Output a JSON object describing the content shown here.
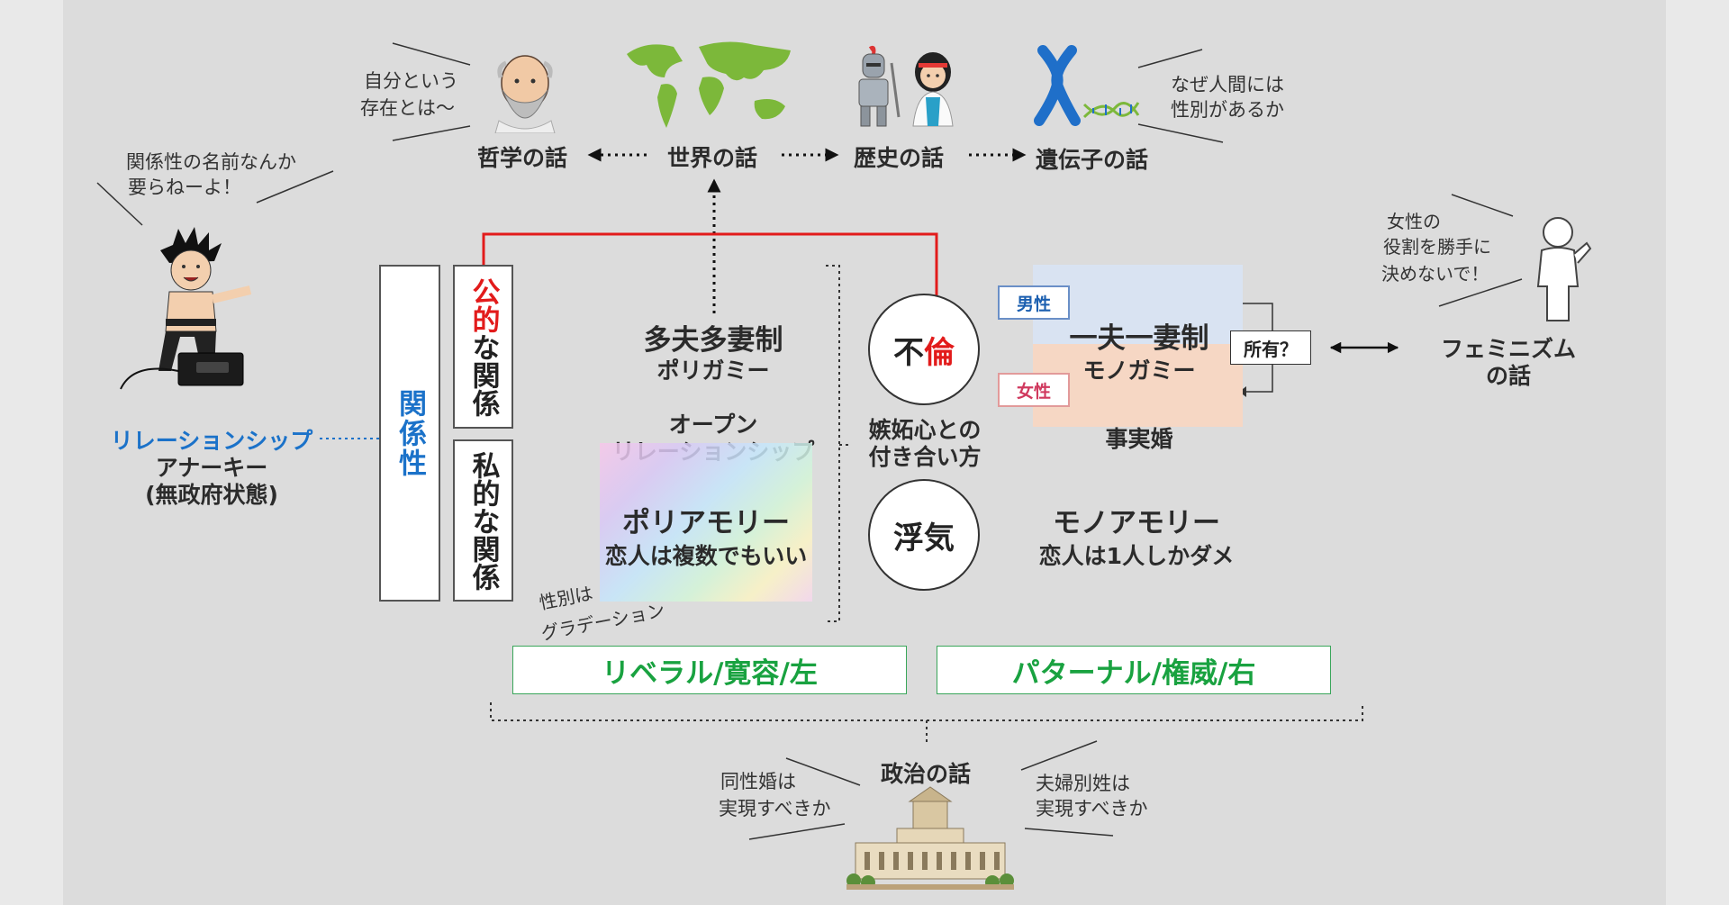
{
  "topics": {
    "philosophy": "哲学の話",
    "world": "世界の話",
    "history": "歴史の話",
    "genes": "遺伝子の話",
    "feminism_1": "フェミニズム",
    "feminism_2": "の話",
    "politics": "政治の話"
  },
  "speech": {
    "philosophy_1": "自分という",
    "philosophy_2": "存在とは〜",
    "genes_1": "なぜ人間には",
    "genes_2": "性別があるか",
    "punk_1": "関係性の名前なんか",
    "punk_2": "要らねーよ！",
    "feminist_1": "女性の",
    "feminist_2": "役割を勝手に",
    "feminist_3": "決めないで！",
    "politics_left_1": "同性婚は",
    "politics_left_2": "実現すべきか",
    "politics_right_1": "夫婦別姓は",
    "politics_right_2": "実現すべきか",
    "gradation_1": "性別は",
    "gradation_2": "グラデーション"
  },
  "anarchy": {
    "line1": "リレーションシップ",
    "line2": "アナーキー",
    "line3": "(無政府状態)"
  },
  "relation": {
    "main": "関係性",
    "public_1": "公的",
    "public_2": "な関係",
    "private": "私的な関係"
  },
  "left": {
    "polygamy": "多夫多妻制",
    "polygamy_sub": "ポリガミー",
    "open_1": "オープン",
    "open_2": "リレーションシップ",
    "polyamory": "ポリアモリー",
    "polyamory_sub": "恋人は複数でもいい"
  },
  "middle": {
    "affair_1": "不",
    "affair_2": "倫",
    "cheating": "浮気",
    "jealousy_1": "嫉妬心との",
    "jealousy_2": "付き合い方"
  },
  "right": {
    "male": "男性",
    "female": "女性",
    "monogamy": "一夫一妻制",
    "monogamy_sub": "モノガミー",
    "defacto": "事実婚",
    "ownership": "所有？",
    "monoamory": "モノアモリー",
    "monoamory_sub": "恋人は1人しかダメ"
  },
  "axis": {
    "liberal": "リベラル/寛容/左",
    "paternal": "パターナル/権威/右"
  },
  "icons": {
    "philosopher": "philosopher-icon",
    "world_map": "world-map-icon",
    "knight": "knight-icon",
    "ancient_woman": "ancient-woman-icon",
    "chromosome": "chromosome-icon",
    "punk": "punk-singer-icon",
    "person": "person-icon",
    "diet_building": "diet-building-icon"
  },
  "colors": {
    "red": "#e21b1b",
    "blue": "#1b72c9",
    "green": "#19a240",
    "male_bg": "#d9e3f2",
    "female_bg": "#f6d7c4"
  }
}
